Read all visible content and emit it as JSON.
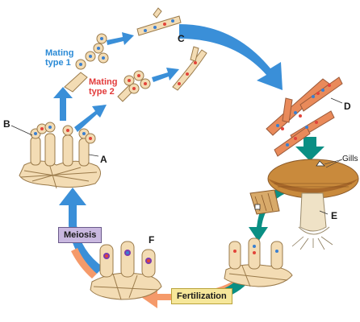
{
  "labels": {
    "A": "A",
    "B": "B",
    "C": "C",
    "D": "D",
    "E": "E",
    "F": "F"
  },
  "mating_type_1": [
    "Mating",
    "type 1"
  ],
  "mating_type_2": [
    "Mating",
    "type 2"
  ],
  "gills": "Gills",
  "meiosis": "Meiosis",
  "fertilization": "Fertilization",
  "colors": {
    "blue_arrow": "#3a8fd8",
    "teal_arrow": "#0a8f84",
    "orange_arrow": "#f59a6a",
    "cell_fill": "#f3dcb4",
    "cell_stroke": "#9a7a4a",
    "nucleus_blue": "#3a7fd0",
    "nucleus_red": "#e2443a",
    "cap": "#c98a3c"
  }
}
